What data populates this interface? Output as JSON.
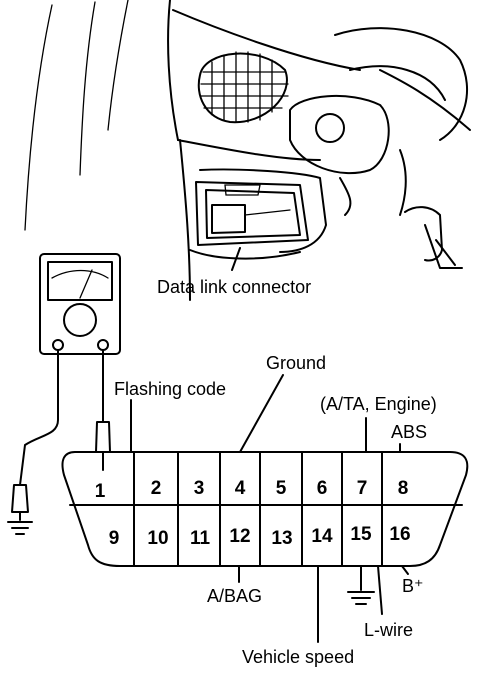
{
  "labels": {
    "data_link_connector": "Data link connector",
    "ground": "Ground",
    "flashing_code": "Flashing code",
    "ata_engine": "(A/TA, Engine)",
    "abs": "ABS",
    "abag": "A/BAG",
    "b_plus": "B⁺",
    "l_wire": "L-wire",
    "vehicle_speed": "Vehicle speed"
  },
  "pins": {
    "top": [
      "1",
      "2",
      "3",
      "4",
      "5",
      "6",
      "7",
      "8"
    ],
    "bottom": [
      "9",
      "10",
      "11",
      "12",
      "13",
      "14",
      "15",
      "16"
    ]
  }
}
